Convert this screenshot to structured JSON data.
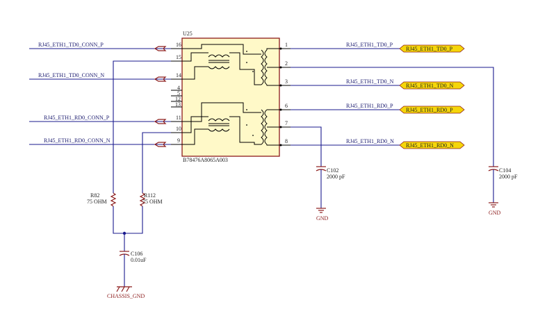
{
  "component": {
    "ref": "U25",
    "part_number": "B78476A8065A003",
    "pins": {
      "p16": "16",
      "p15": "15",
      "p14": "14",
      "p4": "4",
      "p5": "5",
      "p12": "12",
      "p13": "13",
      "p11": "11",
      "p10": "10",
      "p9": "9",
      "p1": "1",
      "p2": "2",
      "p3": "3",
      "p6": "6",
      "p7": "7",
      "p8": "8"
    }
  },
  "nets_left": {
    "td_p": "RJ45_ETH1_TD0_CONN_P",
    "td_n": "RJ45_ETH1_TD0_CONN_N",
    "rd_p": "RJ45_ETH1_RD0_CONN_P",
    "rd_n": "RJ45_ETH1_RD0_CONN_N"
  },
  "nets_right": {
    "td_p": "RJ45_ETH1_TD0_P",
    "td_n": "RJ45_ETH1_TD0_N",
    "rd_p": "RJ45_ETH1_RD0_P",
    "rd_n": "RJ45_ETH1_RD0_N"
  },
  "ports": {
    "td_p": "RJ45_ETH1_TD0_P",
    "td_n": "RJ45_ETH1_TD0_N",
    "rd_p": "RJ45_ETH1_RD0_P",
    "rd_n": "RJ45_ETH1_RD0_N"
  },
  "resistors": {
    "r82": {
      "ref": "R82",
      "value": "75 OHM"
    },
    "r112": {
      "ref": "R112",
      "value": "75 OHM"
    }
  },
  "capacitors": {
    "c102": {
      "ref": "C102",
      "value": "2000 pF"
    },
    "c104": {
      "ref": "C104",
      "value": "2000 pF"
    },
    "c106": {
      "ref": "C106",
      "value": "0.01uF"
    }
  },
  "grounds": {
    "gnd1": "GND",
    "gnd2": "GND",
    "chassis": "CHASSIS_GND"
  },
  "colors": {
    "wire": "#1a1a8e",
    "component": "#8b1a1a",
    "ic_fill": "#fff9c8",
    "port_fill": "#f5d60a"
  }
}
